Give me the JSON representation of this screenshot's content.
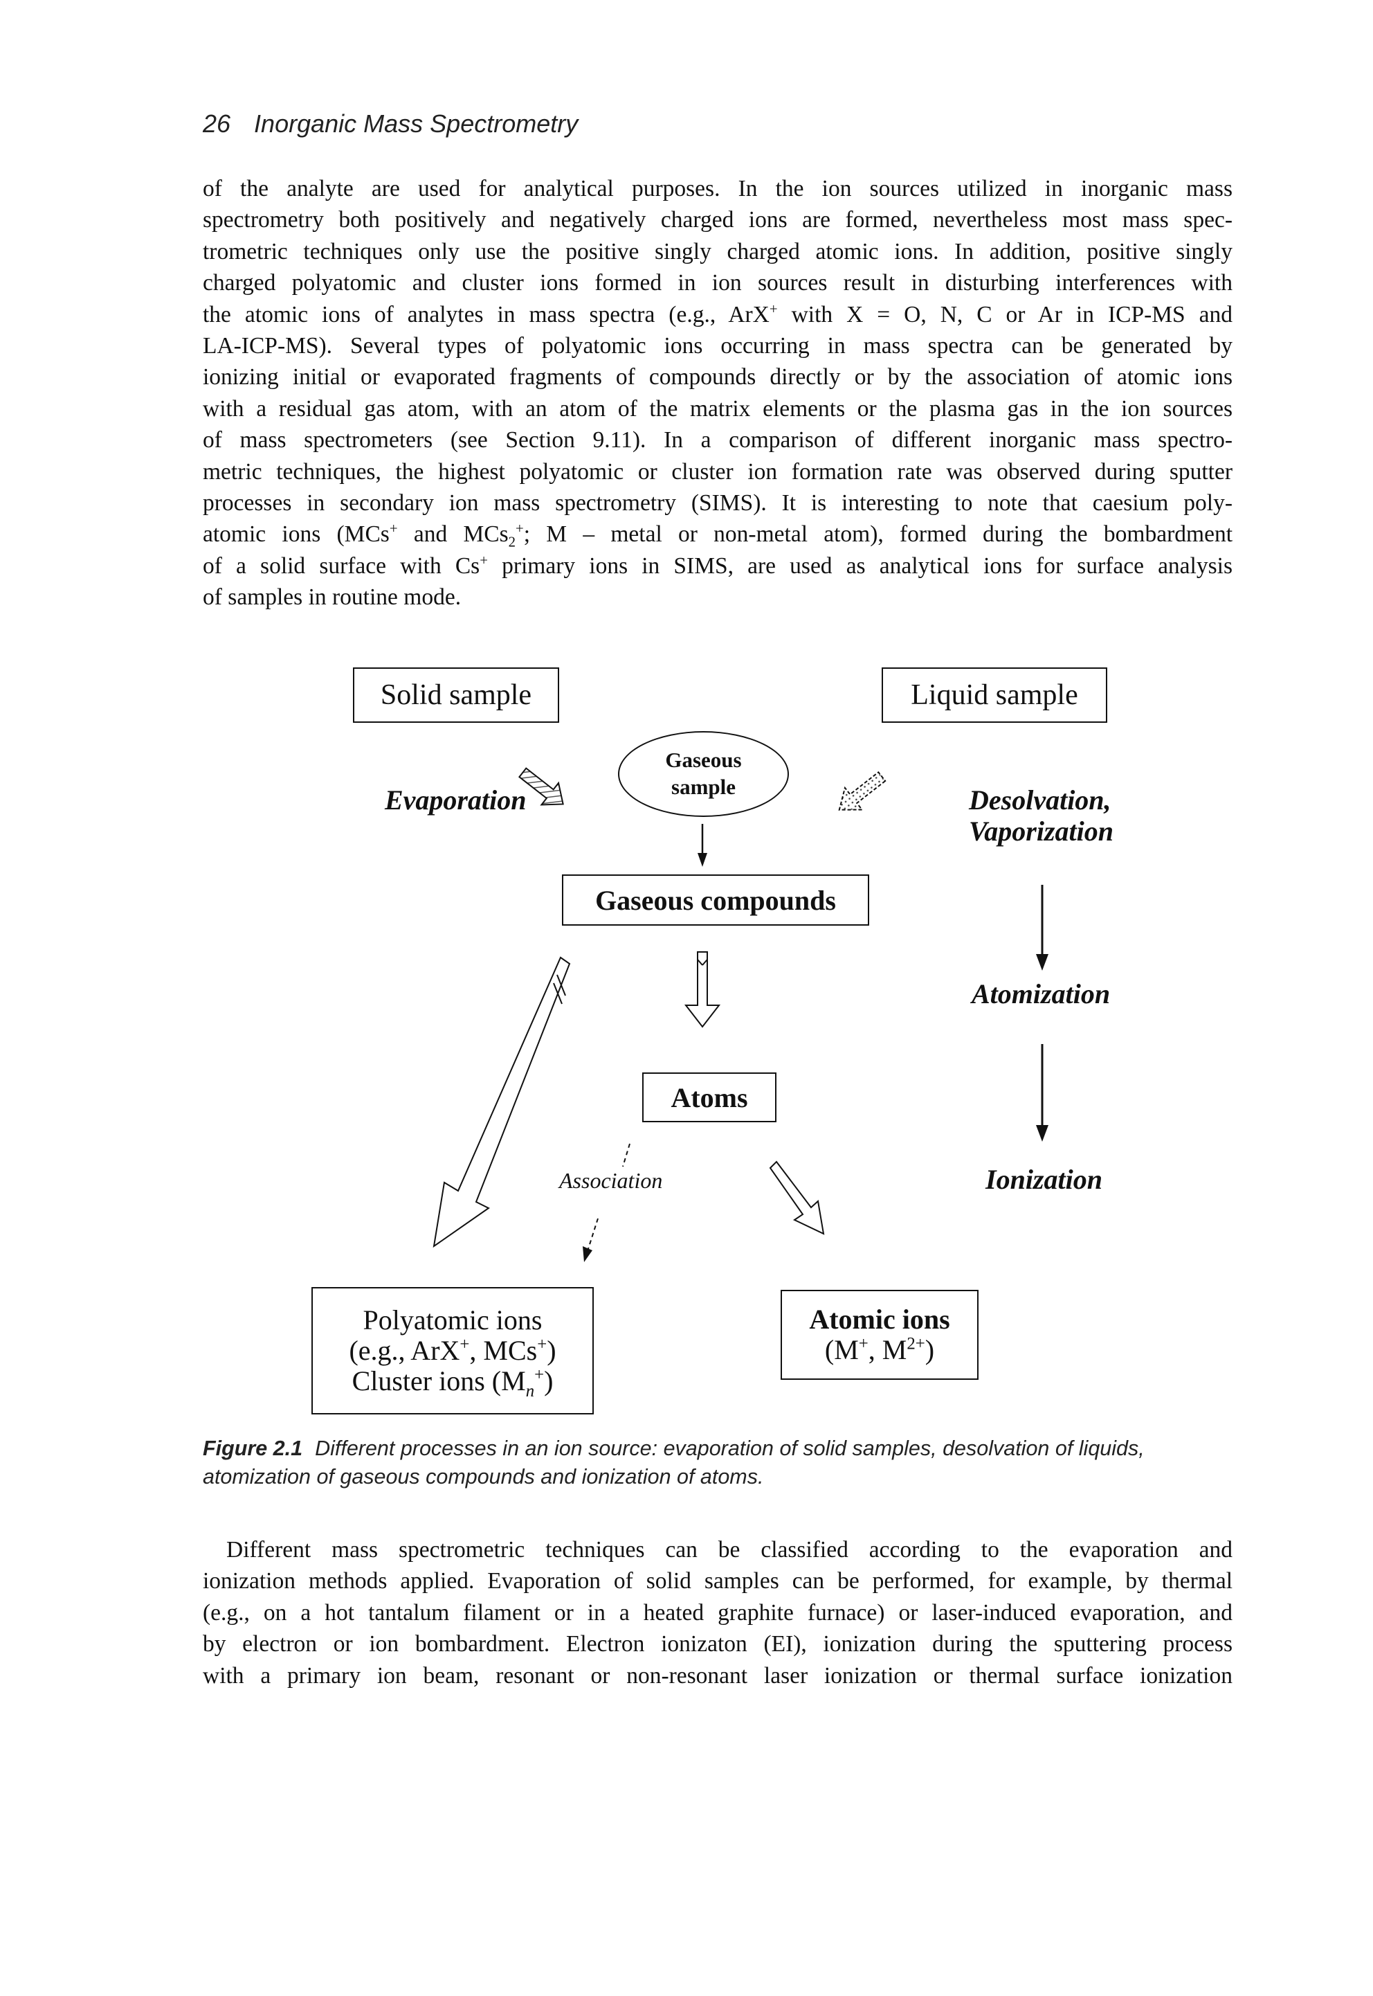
{
  "header": {
    "page_number": "26",
    "book_title": "Inorganic Mass Spectrometry"
  },
  "paragraph1": {
    "lines": [
      "of the analyte are used for analytical purposes. In the ion sources utilized in inorganic mass",
      "spectrometry both positively and negatively charged ions are formed, nevertheless most mass spec-",
      "trometric techniques only use the positive singly charged atomic ions. In addition, positive singly",
      "charged polyatomic and cluster ions formed in ion sources result in disturbing interferences with",
      "the atomic ions of analytes in mass spectra (e.g., ArX",
      "+",
      " with X = O, N, C or Ar in ICP-MS and",
      "LA-ICP-MS). Several types of polyatomic ions occurring in mass spectra can be generated by",
      "ionizing initial or evaporated fragments of compounds directly or by the association of atomic ions",
      "with a residual gas atom, with an atom of the matrix elements or the plasma gas in the ion sources",
      "of mass spectrometers (see Section 9.11). In a comparison of different inorganic mass spectro-",
      "metric techniques, the highest polyatomic or cluster ion formation rate was observed during sputter",
      "processes in secondary ion mass spectrometry (SIMS). It is interesting to note that caesium poly-",
      "atomic ions (MCs",
      "+",
      " and MCs",
      "2",
      "+",
      "; M – metal or non-metal atom), formed during the bombardment",
      "of a solid surface with Cs",
      "+",
      " primary ions in SIMS, are used as analytical ions for surface analysis",
      "of samples in routine mode."
    ]
  },
  "diagram": {
    "solid_sample": "Solid sample",
    "liquid_sample": "Liquid sample",
    "gaseous_sample_line1": "Gaseous",
    "gaseous_sample_line2": "sample",
    "evaporation": "Evaporation",
    "desolvation_line1": "Desolvation,",
    "desolvation_line2": "Vaporization",
    "gaseous_compounds": "Gaseous compounds",
    "atomization": "Atomization",
    "atoms": "Atoms",
    "association": "Association",
    "ionization": "Ionization",
    "polyatomic_line1": "Polyatomic ions",
    "polyatomic_line2a": "(e.g., ArX",
    "polyatomic_line2b": "+",
    "polyatomic_line2c": ", MCs",
    "polyatomic_line2d": "+",
    "polyatomic_line2e": ")",
    "cluster_a": "Cluster ions (M",
    "cluster_sub": "n",
    "cluster_sup": "+",
    "cluster_b": ")",
    "atomic_ions_line1": "Atomic ions",
    "atomic_ions_a": "(M",
    "atomic_ions_sup1": "+",
    "atomic_ions_b": ", M",
    "atomic_ions_sup2": "2+",
    "atomic_ions_c": ")"
  },
  "figure_caption": {
    "number": "Figure 2.1",
    "line1": "Different processes in an ion source: evaporation of solid samples, desolvation of liquids,",
    "line2": "atomization of gaseous compounds and ionization of atoms."
  },
  "paragraph2": {
    "lines": [
      "Different mass spectrometric techniques can be classified according to the evaporation and",
      "ionization methods applied. Evaporation of solid samples can be performed, for example, by thermal",
      "(e.g., on a hot tantalum filament or in a heated graphite furnace) or laser-induced evaporation, and",
      "by electron or ion bombardment. Electron ionizaton (EI), ionization during the sputtering process",
      "with a primary ion beam, resonant or non-resonant laser ionization or thermal surface ionization"
    ]
  }
}
